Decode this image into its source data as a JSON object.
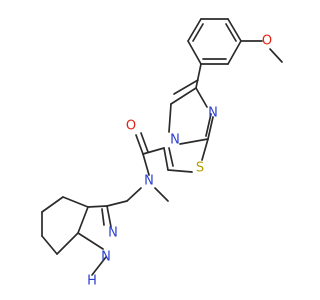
{
  "molecule": {
    "atom_labels": {
      "methoxy_o": "O",
      "amide_o": "O",
      "amide_n": "N",
      "ring_n_imidazole": "N",
      "ring_n_bridge": "N",
      "ring_s": "S",
      "pyrazole_n": "N",
      "pyrazole_nh": "N",
      "nh_h": "H"
    },
    "colors": {
      "bond": "#2b2b2b",
      "oxygen": "#e2231a",
      "nitrogen": "#2b3fd0",
      "sulfur": "#b5a000"
    }
  }
}
